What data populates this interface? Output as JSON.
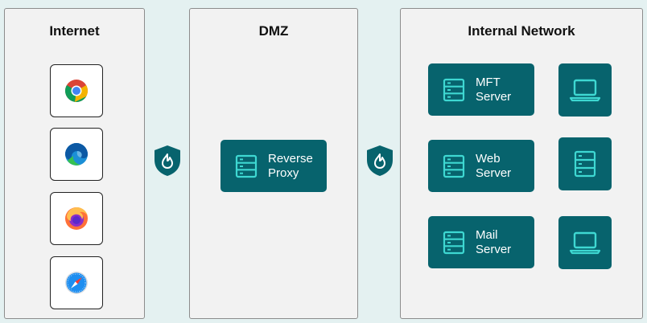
{
  "zones": {
    "internet": {
      "title": "Internet"
    },
    "dmz": {
      "title": "DMZ"
    },
    "internal": {
      "title": "Internal Network"
    }
  },
  "browsers": [
    {
      "icon": "chrome-icon"
    },
    {
      "icon": "edge-icon"
    },
    {
      "icon": "firefox-icon"
    },
    {
      "icon": "safari-icon"
    }
  ],
  "firewalls": [
    {
      "icon": "firewall-shield-icon"
    },
    {
      "icon": "firewall-shield-icon"
    }
  ],
  "dmz_servers": [
    {
      "icon": "server-icon",
      "line1": "Reverse",
      "line2": "Proxy"
    }
  ],
  "internal_servers": [
    {
      "icon": "server-icon",
      "line1": "MFT",
      "line2": "Server"
    },
    {
      "icon": "server-icon",
      "line1": "Web",
      "line2": "Server"
    },
    {
      "icon": "server-icon",
      "line1": "Mail",
      "line2": "Server"
    }
  ],
  "internal_devices": [
    {
      "icon": "laptop-icon"
    },
    {
      "icon": "server-icon"
    },
    {
      "icon": "laptop-icon"
    }
  ],
  "colors": {
    "background": "#e4f1f1",
    "zone_fill": "#f2f2f2",
    "tile_fill": "#07636d",
    "tile_icon": "#3ed8d2"
  }
}
